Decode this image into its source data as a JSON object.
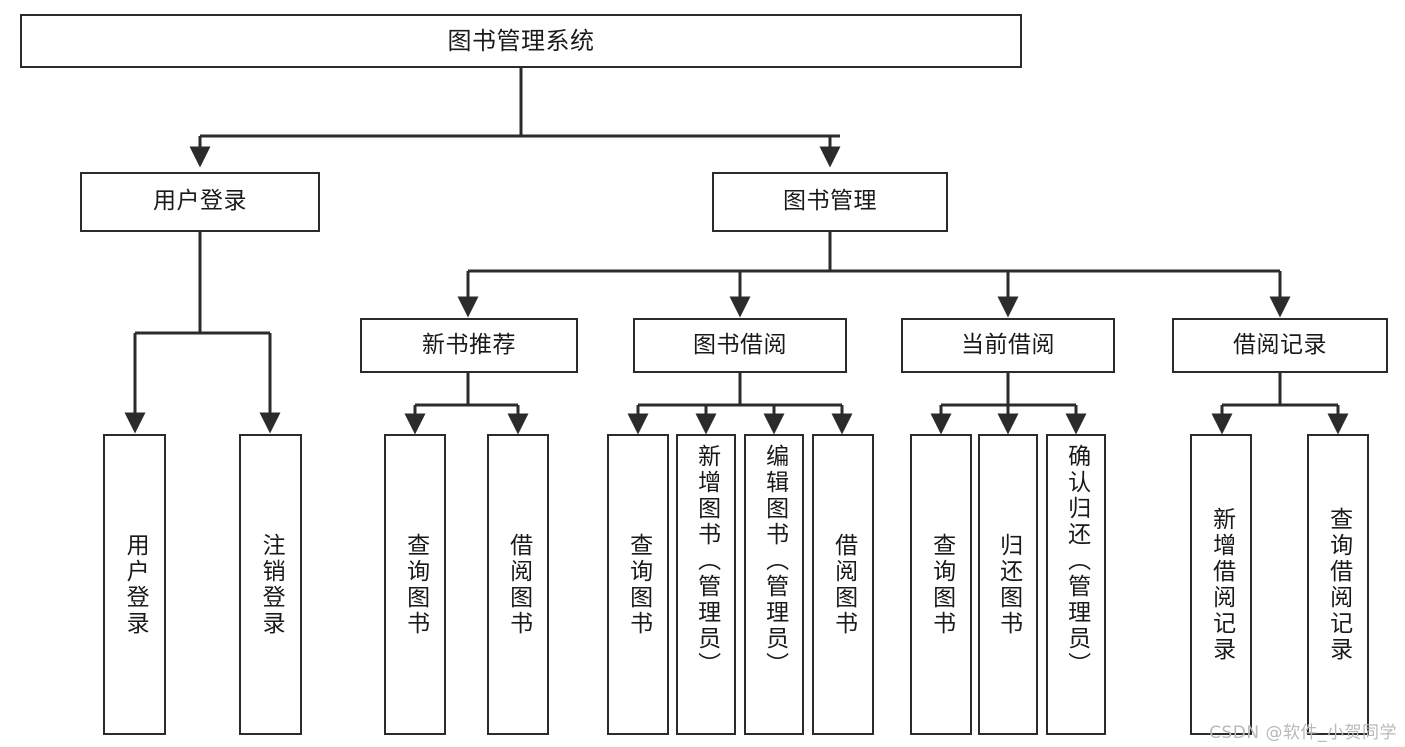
{
  "diagram": {
    "title": "图书管理系统",
    "type": "tree-hierarchy-chart",
    "root": {
      "id": "root",
      "label": "图书管理系统"
    },
    "level2": [
      {
        "id": "user-login",
        "label": "用户登录"
      },
      {
        "id": "book-manage",
        "label": "图书管理"
      }
    ],
    "level3": [
      {
        "id": "new-book-recommend",
        "label": "新书推荐"
      },
      {
        "id": "book-borrow",
        "label": "图书借阅"
      },
      {
        "id": "current-borrow",
        "label": "当前借阅"
      },
      {
        "id": "borrow-record",
        "label": "借阅记录"
      }
    ],
    "leaves": [
      {
        "id": "leaf-user-login",
        "label": "用户登录",
        "parent": "user-login"
      },
      {
        "id": "leaf-user-logout",
        "label": "注销登录",
        "parent": "user-login"
      },
      {
        "id": "leaf-query-book-1",
        "label": "查询图书",
        "parent": "new-book-recommend"
      },
      {
        "id": "leaf-borrow-book-1",
        "label": "借阅图书",
        "parent": "new-book-recommend"
      },
      {
        "id": "leaf-query-book-2",
        "label": "查询图书",
        "parent": "book-borrow"
      },
      {
        "id": "leaf-add-book",
        "label": "新增图书（管理员）",
        "parent": "book-borrow"
      },
      {
        "id": "leaf-edit-book",
        "label": "编辑图书（管理员）",
        "parent": "book-borrow"
      },
      {
        "id": "leaf-borrow-book-2",
        "label": "借阅图书",
        "parent": "book-borrow"
      },
      {
        "id": "leaf-query-book-3",
        "label": "查询图书",
        "parent": "current-borrow"
      },
      {
        "id": "leaf-return-book",
        "label": "归还图书",
        "parent": "current-borrow"
      },
      {
        "id": "leaf-confirm-return",
        "label": "确认归还（管理员）",
        "parent": "current-borrow"
      },
      {
        "id": "leaf-add-record",
        "label": "新增借阅记录",
        "parent": "borrow-record"
      },
      {
        "id": "leaf-query-record",
        "label": "查询借阅记录",
        "parent": "borrow-record"
      }
    ],
    "colors": {
      "stroke": "#2b2b2b",
      "background": "#ffffff",
      "text": "#1a1a1a",
      "watermark": "#b9b9b9"
    }
  },
  "watermark": {
    "text": "CSDN @软件_小贺同学"
  }
}
